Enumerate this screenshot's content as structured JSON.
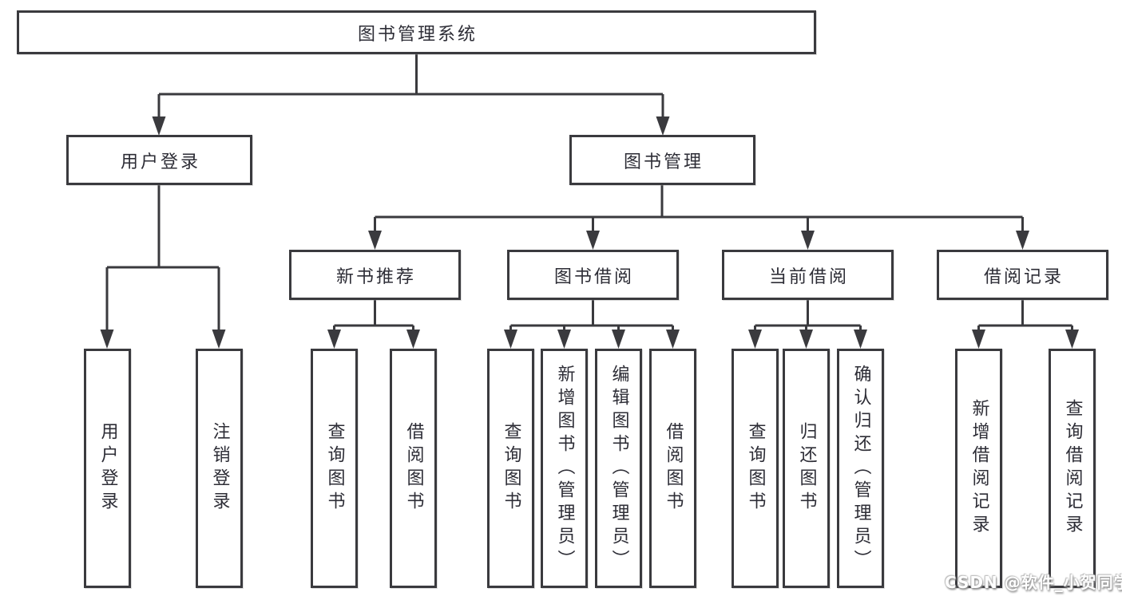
{
  "diagram": {
    "title": "图书管理系统",
    "root": {
      "label": "图书管理系统"
    },
    "level2": [
      {
        "label": "用户登录"
      },
      {
        "label": "图书管理"
      }
    ],
    "level3": [
      {
        "label": "新书推荐"
      },
      {
        "label": "图书借阅"
      },
      {
        "label": "当前借阅"
      },
      {
        "label": "借阅记录"
      }
    ],
    "leaves": [
      {
        "label": "用户登录"
      },
      {
        "label": "注销登录"
      },
      {
        "label": "查询图书"
      },
      {
        "label": "借阅图书"
      },
      {
        "label": "查询图书"
      },
      {
        "label": "新增图书（管理员）"
      },
      {
        "label": "编辑图书（管理员）"
      },
      {
        "label": "借阅图书"
      },
      {
        "label": "查询图书"
      },
      {
        "label": "归还图书"
      },
      {
        "label": "确认归还（管理员）"
      },
      {
        "label": "新增借阅记录"
      },
      {
        "label": "查询借阅记录"
      }
    ],
    "watermark": "CSDN @软件_小贺同学",
    "colors": {
      "line": "#3a3a3e",
      "box_border": "#3a3a3e",
      "text": "#2d2d36",
      "background": "#ffffff",
      "watermark_fill": "#ffffff",
      "watermark_shadow": "#8d8d8d"
    }
  }
}
